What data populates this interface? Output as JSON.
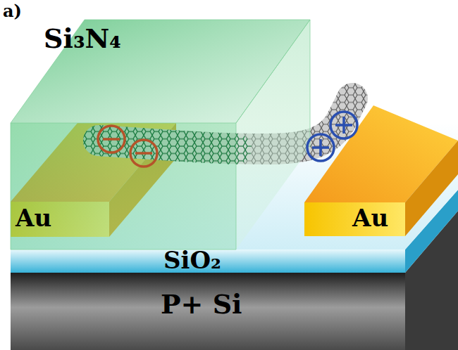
{
  "diagram": {
    "labels": [
      "a)",
      "Si₃N₄",
      "Au",
      "Au",
      "SiO₂",
      "P+ Si"
    ]
  }
}
